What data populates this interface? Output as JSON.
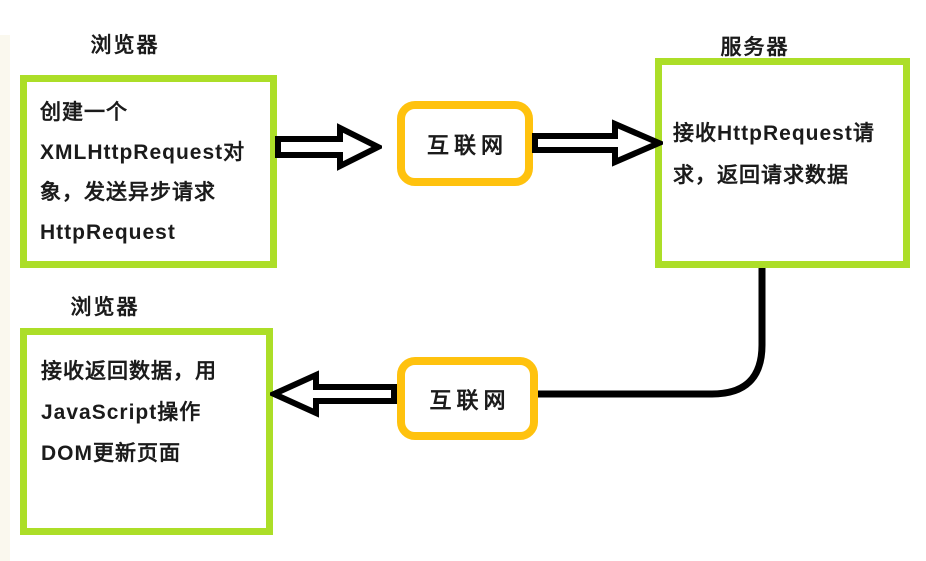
{
  "labels": {
    "browser_top": "浏览器",
    "server": "服务器",
    "browser_bottom": "浏览器",
    "internet_top": "互联网",
    "internet_bottom": "互联网"
  },
  "boxes": {
    "browser_request": {
      "lines": [
        "创建一个",
        "XMLHttpRequest对",
        "象，发送异步请求",
        "HttpRequest"
      ]
    },
    "server": {
      "lines": [
        "接收HttpRequest请",
        "求，返回请求数据"
      ]
    },
    "browser_response": {
      "lines": [
        "接收返回数据，用",
        "JavaScript操作",
        "DOM更新页面"
      ]
    }
  },
  "colors": {
    "box_green": "#ACDE28",
    "internet_orange": "#FFC20E",
    "line_black": "#000000",
    "text_color": "#1b1b1b"
  }
}
